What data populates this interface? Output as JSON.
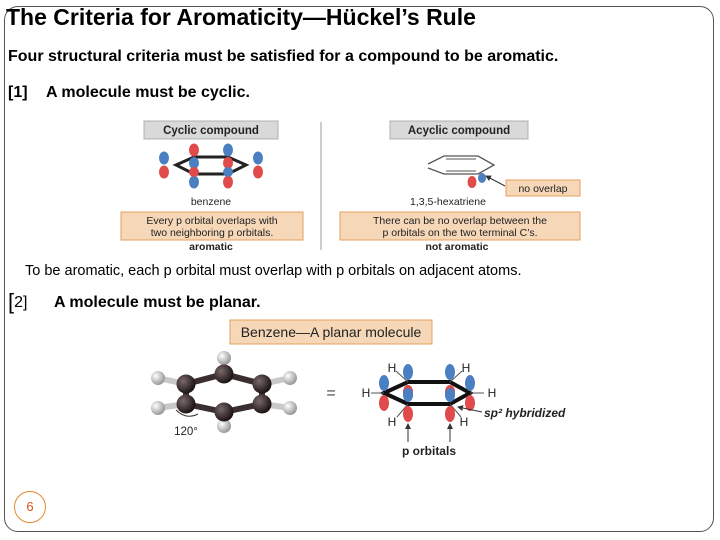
{
  "slide": {
    "title": "The Criteria for Aromaticity—Hückel’s Rule",
    "intro": "Four structural criteria must be satisfied for a compound to be aromatic.",
    "criterion1": {
      "number": "[1]",
      "text": "A molecule must be cyclic."
    },
    "overlap_note": "To be aromatic, each p orbital must overlap with p orbitals on adjacent atoms.",
    "criterion2": {
      "number_bracket": "[",
      "number_rest": "2]",
      "text": "A molecule must be planar."
    },
    "page_number": "6"
  },
  "figure1": {
    "cyclic_header": "Cyclic compound",
    "cyclic_name": "benzene",
    "cyclic_caption_line1": "Every p orbital overlaps with",
    "cyclic_caption_line2": "two neighboring p orbitals.",
    "cyclic_verdict": "aromatic",
    "acyclic_header": "Acyclic compound",
    "no_overlap_label": "no overlap",
    "acyclic_name": "1,3,5-hexatriene",
    "acyclic_caption_line1": "There can be no overlap between the",
    "acyclic_caption_line2": "p orbitals on the two terminal C’s.",
    "acyclic_verdict": "not aromatic"
  },
  "figure2": {
    "header": "Benzene—A planar molecule",
    "angle_label": "120°",
    "equals_sign": "=",
    "atom_label": "H",
    "hybrid_label": "sp² hybridized",
    "p_orbitals_label": "p orbitals"
  },
  "colors": {
    "caption_box": "#f6d7b8",
    "caption_border": "#e4a25f",
    "orbital_blue": "#4a7fc1",
    "orbital_red": "#e04a4a",
    "page_number_border": "#e48a2e",
    "page_number_text": "#d9531e"
  }
}
